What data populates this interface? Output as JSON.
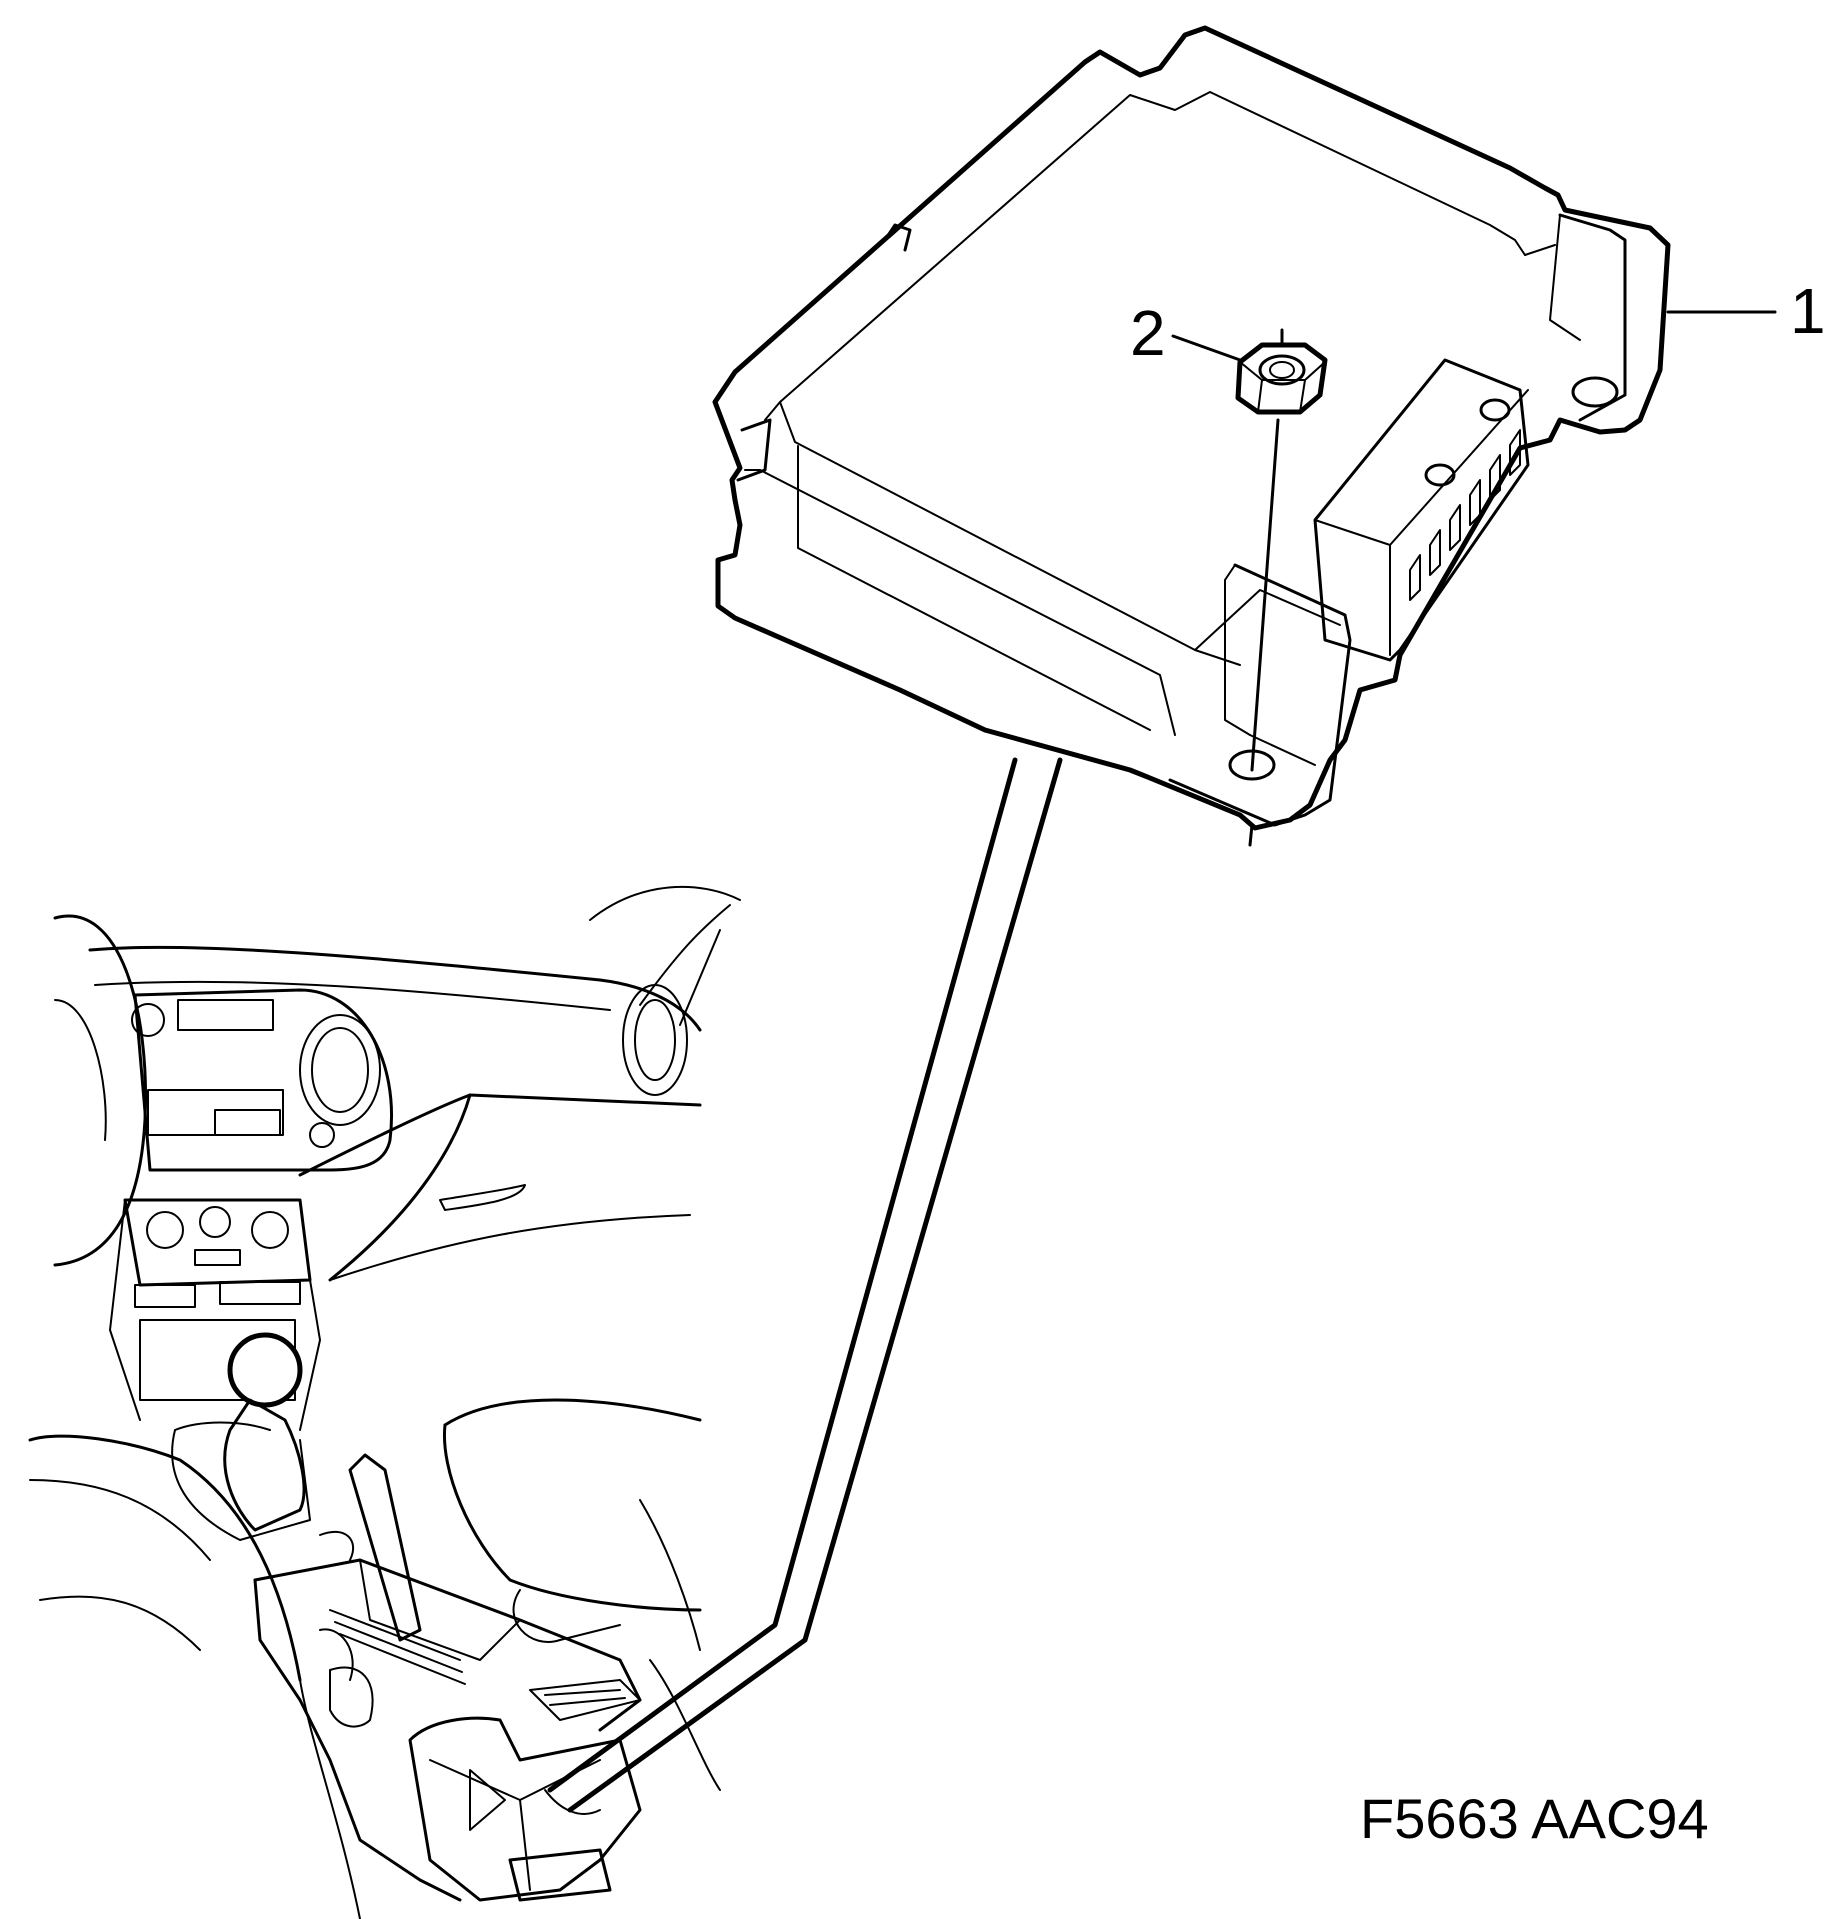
{
  "callouts": [
    {
      "id": "1",
      "text": "1"
    },
    {
      "id": "2",
      "text": "2"
    }
  ],
  "figure_code": "F5663 AAC94",
  "colors": {
    "ink": "#000000",
    "paper": "#ffffff"
  }
}
